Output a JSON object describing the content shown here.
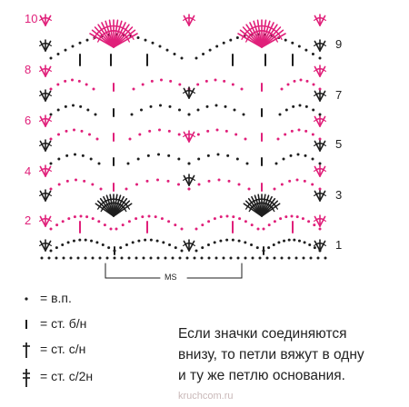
{
  "colors": {
    "dark": "#1e1e1e",
    "accent": "#e0207a"
  },
  "row_numbers_left": [
    "10",
    "8",
    "6",
    "4",
    "2"
  ],
  "row_numbers_right": [
    "9",
    "7",
    "5",
    "3",
    "1"
  ],
  "repeat_label": "MS",
  "legend": [
    {
      "symbol": "dot-icon",
      "label": "= в.п."
    },
    {
      "symbol": "single-crochet-icon",
      "label": "= ст. б/н"
    },
    {
      "symbol": "double-crochet-icon",
      "label": "= ст. с/н"
    },
    {
      "symbol": "half-double-crochet-icon",
      "label": "= ст. с/2н"
    }
  ],
  "note_lines": [
    "Если значки соединяются",
    "внизу, то петли вяжут в одну",
    "и ту же петлю основания."
  ],
  "watermark": "kruchcom.ru"
}
